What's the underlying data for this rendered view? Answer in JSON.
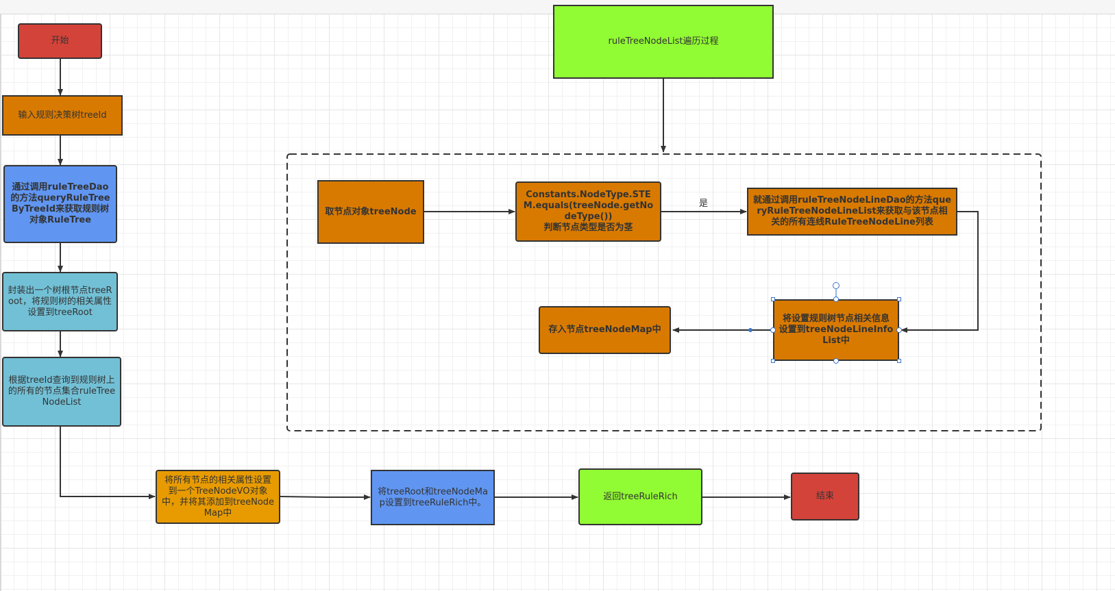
{
  "nodes": {
    "start": "开始",
    "input_tree_id": "输入规则决策树treeId",
    "query_rule_tree": "通过调用ruleTreeDao的方法queryRuleTreeByTreeId来获取规则树对象RuleTree",
    "wrap_tree_root": "封装出一个树根节点treeRoot，将规则树的相关属性设置到treeRoot",
    "query_node_list": "根据treeId查询到规则树上的所有的节点集合ruleTreeNodeList",
    "set_node_vo": "将所有节点的相关属性设置到一个TreeNodeVO对象中，并将其添加到treeNodeMap中",
    "set_rich": "将treeRoot和treeNodeMap设置到treeRuleRich中。",
    "return_rich": "返回treeRuleRich",
    "end": "结束",
    "traverse_title": "ruleTreeNodeList遍历过程",
    "take_node": "取节点对象treeNode",
    "check_stem": "Constants.NodeType.STEM.equals(treeNode.getNodeType())\n判断节点类型是否为茎",
    "query_lines": "就通过调用ruleTreeNodeLineDao的方法queryRuleTreeNodeLineList来获取与该节点相关的所有连线RuleTreeNodeLine列表",
    "set_line_info": "将设置规则树节点相关信息设置到treeNodeLineInfoList中",
    "store_map": "存入节点treeNodeMap中"
  },
  "edge_labels": {
    "yes": "是"
  },
  "colors": {
    "red": "#d4433a",
    "orange": "#d97a00",
    "blue": "#6096f2",
    "teal": "#72c0d6",
    "lime": "#91fb33",
    "amber": "#e89b00",
    "stroke": "#333333",
    "selection": "#3c74c9"
  }
}
